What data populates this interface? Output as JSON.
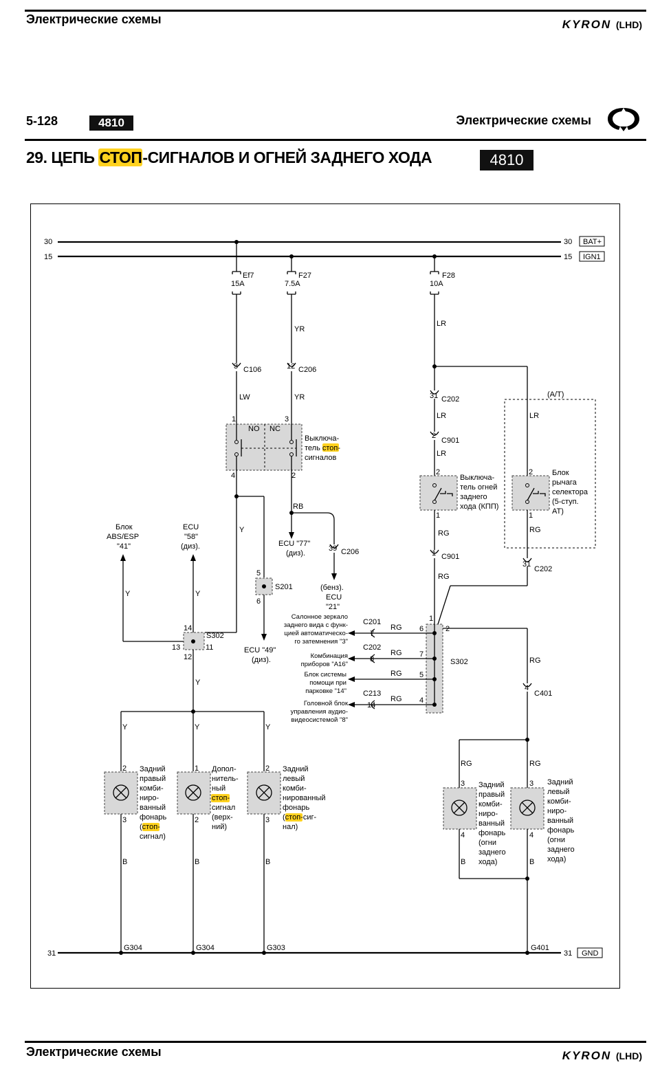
{
  "header": {
    "title": "Электрические схемы",
    "brand": "KYRON",
    "brand_suffix": "(LHD)"
  },
  "page": {
    "number": "5-128",
    "code": "4810",
    "section": "Электрические схемы"
  },
  "main_title": {
    "prefix": "29. ЦЕПЬ ",
    "highlight": "СТОП",
    "suffix": "-СИГНАЛОВ И ОГНЕЙ ЗАДНЕГО ХОДА",
    "code": "4810"
  },
  "footer": {
    "title": "Электрические схемы",
    "brand": "KYRON",
    "brand_suffix": "(LHD)"
  },
  "diagram": {
    "bus_30": "30",
    "bus_15": "15",
    "bus_31": "31",
    "bat": "BAT+",
    "ign": "IGN1",
    "gnd": "GND",
    "fuses": [
      {
        "name": "Ef7",
        "rating": "15A"
      },
      {
        "name": "F27",
        "rating": "7.5A"
      },
      {
        "name": "F28",
        "rating": "10A"
      }
    ],
    "wire_codes": {
      "YR": "YR",
      "LR": "LR",
      "LW": "LW",
      "Y": "Y",
      "RB": "RB",
      "RG": "RG",
      "B": "B"
    },
    "connectors": {
      "C106": "C106",
      "C206": "C206",
      "C202": "C202",
      "C901": "C901",
      "C201": "C201",
      "C213": "C213",
      "C401": "C401",
      "S201": "S201",
      "S302": "S302"
    },
    "grounds": {
      "G304": "G304",
      "G303": "G303",
      "G401": "G401"
    },
    "pins": {
      "p1": "1",
      "p2": "2",
      "p3": "3",
      "p4": "4",
      "p5": "5",
      "p6": "6",
      "p7": "7",
      "p8": "8",
      "p11": "11",
      "p12": "12",
      "p13": "13",
      "p14": "14",
      "p31": "31",
      "p39": "39"
    },
    "switch_contacts": {
      "no": "NO",
      "nc": "NC"
    },
    "at_label": "(A/T)",
    "brake_switch": {
      "l1": "Выключа-",
      "l2a": "тель ",
      "l2hl": "стоп",
      "l2b": "-",
      "l3": "сигналов"
    },
    "reverse_switch": {
      "l1": "Выключа-",
      "l2": "тель огней",
      "l3": "заднего",
      "l4": "хода (КПП)"
    },
    "selector": {
      "l1": "Блок",
      "l2": "рычага",
      "l3": "селектора",
      "l4": "(5-ступ.",
      "l5": "AT)"
    },
    "abs": {
      "l1": "Блок",
      "l2": "ABS/ESP",
      "l3": "\"41\""
    },
    "ecu58": {
      "l1": "ECU",
      "l2": "\"58\"",
      "l3": "(диз)."
    },
    "ecu77": {
      "l1": "ECU \"77\"",
      "l2": "(диз)."
    },
    "ecu21": {
      "l1": "(бенз).",
      "l2": "ECU",
      "l3": "\"21\""
    },
    "ecu49": {
      "l1": "ECU \"49\"",
      "l2": "(диз)."
    },
    "mirror": {
      "l1": "Салонное зеркало",
      "l2": "заднего вида с функ-",
      "l3": "цией автоматическо-",
      "l4": "го затемнения \"3\""
    },
    "cluster": {
      "l1": "Комбинация",
      "l2": "приборов \"A16\""
    },
    "parking": {
      "l1": "Блок системы",
      "l2": "помощи при",
      "l3": "парковке \"14\""
    },
    "audio": {
      "l1": "Головной блок",
      "l2": "управления аудио-",
      "l3": "видеосистемой \"8\""
    },
    "lamp_rr_stop": {
      "l1": "Задний",
      "l2": "правый",
      "l3": "комби-",
      "l4": "ниро-",
      "l5": "ванный",
      "l6": "фонарь",
      "l7a": "(",
      "l7hl": "стоп",
      "l7b": "-",
      "l8": "сигнал)"
    },
    "lamp_high_stop": {
      "l1": "Допол-",
      "l2": "нитель-",
      "l3": "ный",
      "l4hl": "стоп",
      "l4b": "-",
      "l5": "сигнал",
      "l6": "(верх-",
      "l7": "ний)"
    },
    "lamp_rl_stop": {
      "l1": "Задний",
      "l2": "левый",
      "l3": "комби-",
      "l4": "нированный",
      "l5": "фонарь",
      "l6a": "(",
      "l6hl": "стоп",
      "l6b": "-сиг-",
      "l7": "нал)"
    },
    "lamp_rr_rev": {
      "l1": "Задний",
      "l2": "правый",
      "l3": "комби-",
      "l4": "ниро-",
      "l5": "ванный",
      "l6": "фонарь",
      "l7": "(огни",
      "l8": "заднего",
      "l9": "хода)"
    },
    "lamp_rl_rev": {
      "l1": "Задний",
      "l2": "левый",
      "l3": "комби-",
      "l4": "ниро-",
      "l5": "ванный",
      "l6": "фонарь",
      "l7": "(огни",
      "l8": "заднего",
      "l9": "хода)"
    }
  }
}
